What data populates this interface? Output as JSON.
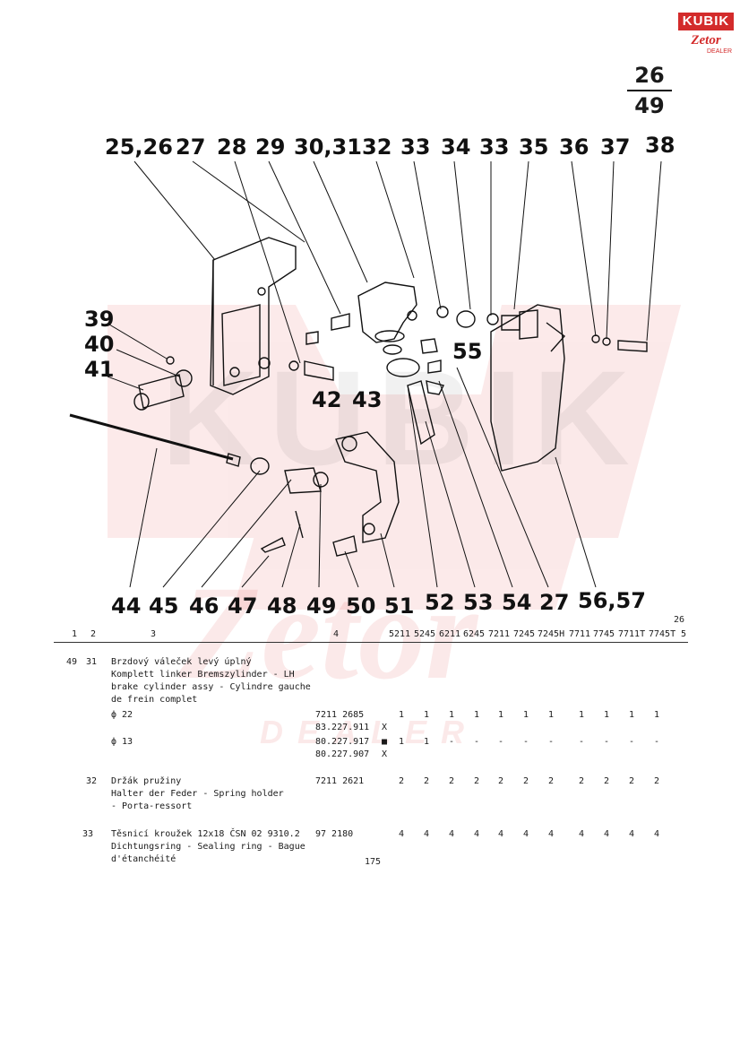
{
  "logo": {
    "top": "KUBIK",
    "bottom": "Zetor",
    "sub": "DEALER"
  },
  "page_fraction": {
    "numerator": "26",
    "denominator": "49"
  },
  "callouts_top": [
    "25,26",
    "27",
    "28",
    "29",
    "30,31",
    "32",
    "33",
    "34",
    "33",
    "35",
    "36",
    "37",
    "38"
  ],
  "callouts_left": [
    "39",
    "40",
    "41"
  ],
  "callouts_mid": [
    "55",
    "42",
    "43"
  ],
  "callouts_bottom": [
    "44",
    "45",
    "46",
    "47",
    "48",
    "49",
    "50",
    "51",
    "52",
    "53",
    "54",
    "27",
    "56,57"
  ],
  "table": {
    "corner_label": "26",
    "col_numbers": [
      "1",
      "2",
      "3",
      "4",
      "5"
    ],
    "model_columns": [
      "5211",
      "5245",
      "6211",
      "6245",
      "7211",
      "7245",
      "7245H",
      "7711",
      "7745",
      "7711T",
      "7745T"
    ],
    "entries": [
      {
        "fig": "49",
        "pos": "31",
        "desc": [
          "Brzdový váleček levý úplný",
          "Komplett linker Bremszylinder - LH",
          "brake cylinder assy - Cylindre gauche",
          "de frein complet"
        ],
        "sub": [
          {
            "label": "ф 22",
            "parts": [
              "7211 2685",
              "83.227.911"
            ],
            "mark": [
              "",
              "X"
            ],
            "qty": [
              "1",
              "1",
              "1",
              "1",
              "1",
              "1",
              "1",
              "1",
              "1",
              "1",
              "1"
            ]
          },
          {
            "label": "ф 13",
            "parts": [
              "80.227.917",
              "80.227.907"
            ],
            "mark": [
              "■",
              "X"
            ],
            "qty": [
              "1",
              "1",
              "-",
              "-",
              "-",
              "-",
              "-",
              "-",
              "-",
              "-",
              "-"
            ]
          }
        ]
      },
      {
        "pos": "32",
        "desc": [
          "Držák pružiny",
          "Halter der Feder - Spring holder",
          "- Porta-ressort"
        ],
        "parts": [
          "7211 2621"
        ],
        "qty": [
          "2",
          "2",
          "2",
          "2",
          "2",
          "2",
          "2",
          "2",
          "2",
          "2",
          "2"
        ]
      },
      {
        "pos": "33",
        "desc": [
          "Těsnicí kroužek 12x18 ČSN 02 9310.2",
          "Dichtungsring - Sealing ring - Bague",
          "d'étanchéité"
        ],
        "parts": [
          "97 2180"
        ],
        "qty": [
          "4",
          "4",
          "4",
          "4",
          "4",
          "4",
          "4",
          "4",
          "4",
          "4",
          "4"
        ]
      }
    ],
    "page_number": "175"
  },
  "watermark": {
    "text": "Zetor",
    "sub": "DEALER",
    "text2": "KUBIK"
  }
}
